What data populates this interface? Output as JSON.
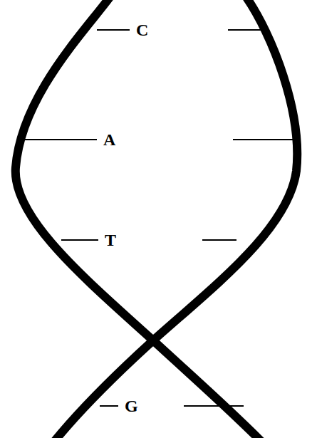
{
  "diagram": {
    "labels": [
      "C",
      "A",
      "T",
      "G"
    ]
  }
}
